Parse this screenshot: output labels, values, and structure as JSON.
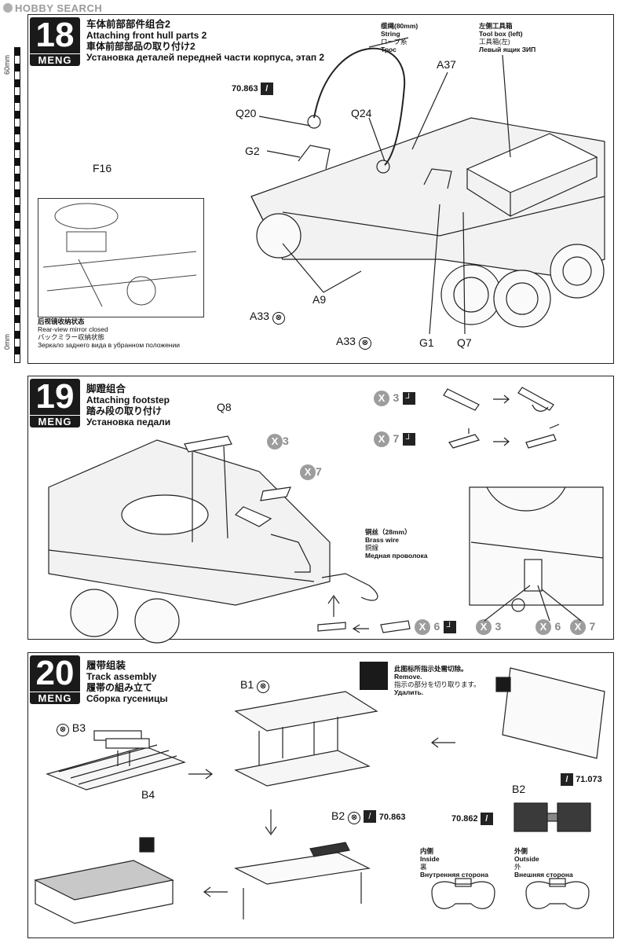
{
  "watermark": "HOBBY SEARCH",
  "ruler": {
    "top_label": "60mm",
    "bottom_label": "0mm"
  },
  "step18": {
    "number": "18",
    "brand": "MENG",
    "title_cn": "车体前部部件组合2",
    "title_en": "Attaching front hull parts 2",
    "title_jp": "車体前部部品の取り付け2",
    "title_ru": "Установка деталей передней части корпуса, этап 2",
    "paint_code": "70.863",
    "string": {
      "cn": "缆绳(80mm)",
      "en": "String",
      "jp": "ロープ糸",
      "ru": "Трос"
    },
    "toolbox": {
      "cn": "左侧工具箱",
      "en": "Tool box (left)",
      "jp": "工具箱(左)",
      "ru": "Левый ящик ЗИП"
    },
    "mirror": {
      "cn": "后视镜收纳状态",
      "en": "Rear-view mirror closed",
      "jp": "バックミラー収納状態",
      "ru": "Зеркало заднего вида в убранном положении"
    },
    "parts": [
      "Q20",
      "Q24",
      "A37",
      "G2",
      "F16",
      "A9",
      "A33",
      "A33",
      "G1",
      "Q7"
    ]
  },
  "step19": {
    "number": "19",
    "brand": "MENG",
    "title_cn": "脚蹬组合",
    "title_en": "Attaching footstep",
    "title_jp": "踏み段の取り付け",
    "title_ru": "Установка педали",
    "part": "Q8",
    "brass": {
      "cn": "铜丝（28mm）",
      "en": "Brass wire",
      "jp": "銅線",
      "ru": "Медная проволока"
    },
    "callouts": [
      "3",
      "3",
      "7",
      "7",
      "6",
      "3",
      "6",
      "7"
    ]
  },
  "step20": {
    "number": "20",
    "brand": "MENG",
    "title_cn": "履带组装",
    "title_en": "Track assembly",
    "title_jp": "履帯の組み立て",
    "title_ru": "Сборка гусеницы",
    "remove": {
      "cn": "此图标所指示处需切除。",
      "en": "Remove.",
      "jp": "指示の部分を切り取ります。",
      "ru": "Удалить."
    },
    "inside": {
      "cn": "内侧",
      "en": "Inside",
      "jp": "裏",
      "ru": "Внутренняя сторона"
    },
    "outside": {
      "cn": "外侧",
      "en": "Outside",
      "jp": "外",
      "ru": "Внешняя сторона"
    },
    "parts": {
      "b1": "B1",
      "b3": "B3",
      "b4": "B4",
      "b2a": "B2",
      "b2b": "B2"
    },
    "paint": {
      "c1": "71.073",
      "c2": "70.862",
      "c3": "70.863"
    }
  }
}
